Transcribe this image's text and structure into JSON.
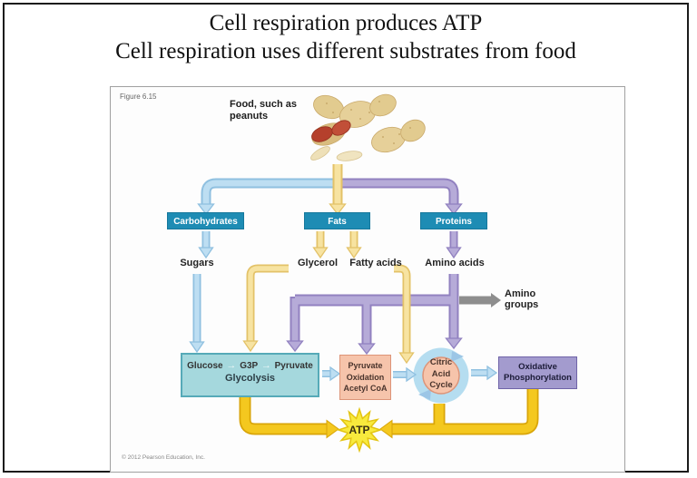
{
  "slide": {
    "title_line1": "Cell respiration produces ATP",
    "title_line2": "Cell respiration uses different substrates from food"
  },
  "figure": {
    "figure_label": "Figure 6.15",
    "food_label": {
      "line1": "Food, such as",
      "line2": "peanuts"
    },
    "nutrients": {
      "carbohydrates": "Carbohydrates",
      "fats": "Fats",
      "proteins": "Proteins"
    },
    "breakdown": {
      "sugars": "Sugars",
      "glycerol": "Glycerol",
      "fatty_acids": "Fatty acids",
      "amino_acids": "Amino acids"
    },
    "amino_groups": {
      "line1": "Amino",
      "line2": "groups"
    },
    "glycolysis": {
      "glucose": "Glucose",
      "arrow": "→",
      "g3p": "G3P",
      "pyruvate": "Pyruvate",
      "name": "Glycolysis"
    },
    "pyruvate_oxidation": {
      "line1": "Pyruvate",
      "line2": "Oxidation",
      "line3": "Acetyl CoA"
    },
    "citric_acid_cycle": {
      "line1": "Citric",
      "line2": "Acid",
      "line3": "Cycle"
    },
    "oxidative_phosphorylation": {
      "line1": "Oxidative",
      "line2": "Phosphorylation"
    },
    "atp_label": "ATP",
    "copyright": "© 2012 Pearson Education, Inc."
  },
  "colors": {
    "nutrient_box_teal": "#1e8cb4",
    "pipe_blue": "#bddef2",
    "pipe_yellow": "#f7e3a1",
    "pipe_purple": "#b6abd8",
    "pipe_gold": "#f4c81f",
    "arrow_gray": "#8e8e8e",
    "glycolysis_box": "#a5d8dd",
    "pyruvate_oxidation_box": "#f6c4ab",
    "citric_ring": "#b5ddf0",
    "citric_center": "#f6c4ab",
    "oxidative_phosphorylation_box": "#a39bce",
    "atp_starburst": "#f8ea3d",
    "peanut_shell": "#e2cb8f",
    "peanut_kernel": "#b5402c"
  }
}
